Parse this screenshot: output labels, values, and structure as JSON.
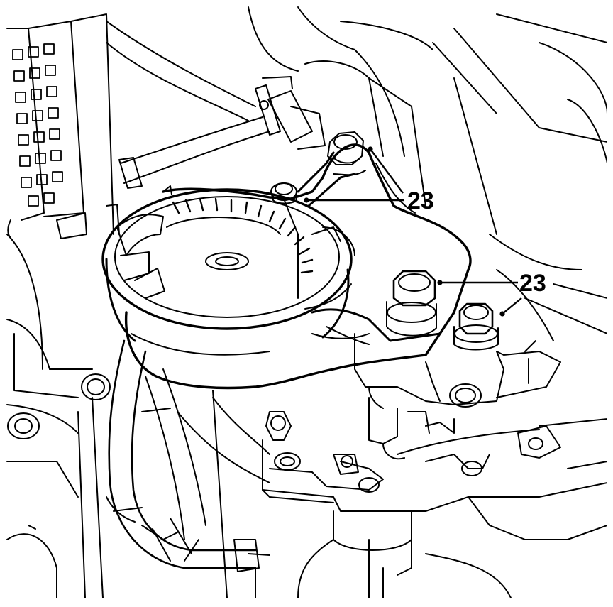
{
  "diagram": {
    "callouts": [
      {
        "id": "callout-upper",
        "label": "23"
      },
      {
        "id": "callout-lower",
        "label": "23"
      }
    ],
    "colors": {
      "line": "#000000",
      "background": "#ffffff"
    }
  }
}
